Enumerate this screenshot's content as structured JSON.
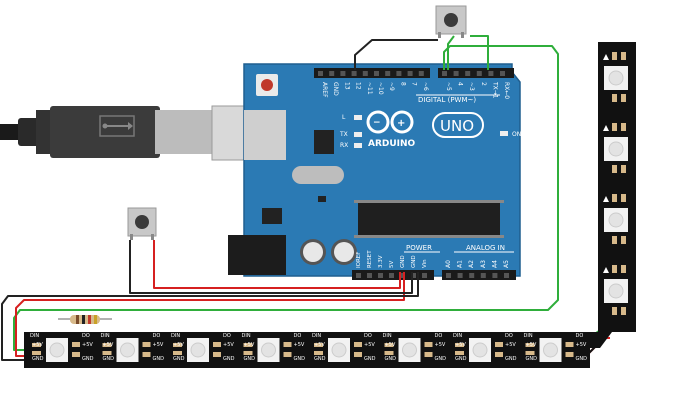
{
  "board": {
    "logo_text": "ARDUINO",
    "model_badge": "UNO",
    "digital_header_label": "DIGITAL (PWM~)",
    "power_label": "POWER",
    "analog_label": "ANALOG IN",
    "on_label": "ON",
    "led_labels": [
      "L",
      "TX",
      "RX"
    ],
    "digital_pins": [
      "AREF",
      "GND",
      "13",
      "12",
      "~11",
      "~10",
      "~9",
      "8",
      "7",
      "~6",
      "~5",
      "4",
      "~3",
      "2",
      "TX→1",
      "RX←0"
    ],
    "power_pins": [
      "IOREF",
      "RESET",
      "3.3V",
      "5V",
      "GND",
      "GND",
      "Vin"
    ],
    "analog_pins": [
      "A0",
      "A1",
      "A2",
      "A3",
      "A4",
      "A5"
    ]
  },
  "strip": {
    "pin_labels": [
      "DIN",
      "+5V",
      "GND",
      "DO",
      "+5V",
      "GND"
    ],
    "horizontal_pixel_count": 8,
    "vertical_pixel_count": 4
  },
  "colors": {
    "board_blue": "#2b7ab4",
    "board_dark_blue": "#1f5e8f",
    "wire_black": "#222222",
    "wire_red": "#d62020",
    "wire_green": "#2fae3b",
    "strip_black": "#111111"
  }
}
